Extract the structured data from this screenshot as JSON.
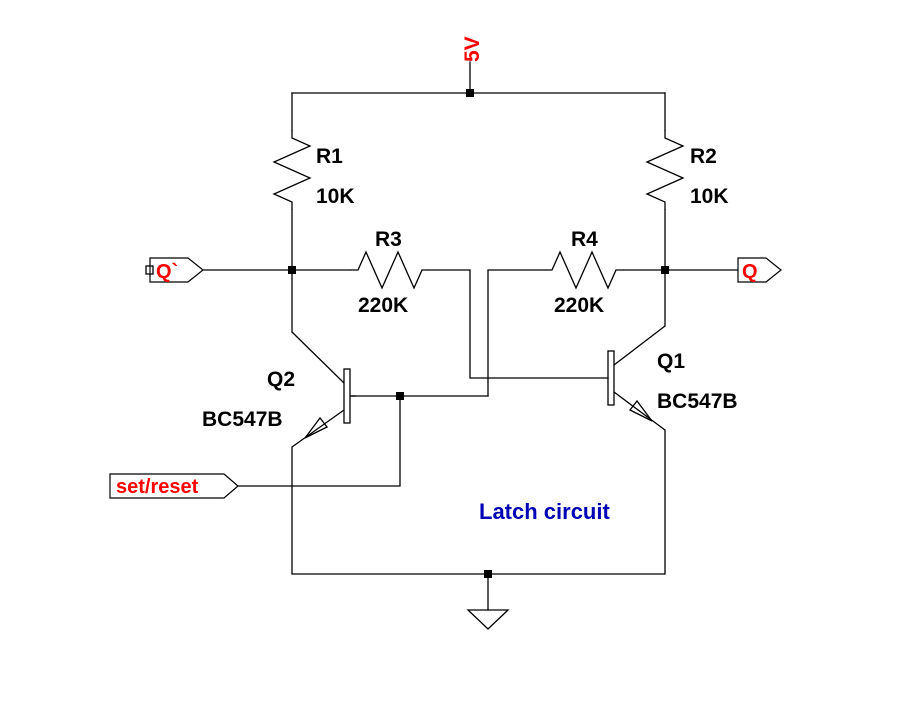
{
  "colors": {
    "net_label": "#ff0000",
    "note": "#0000b4",
    "wire": "#000000",
    "background": "#ffffff"
  },
  "supply": {
    "label": "5V"
  },
  "resistors": {
    "r1": {
      "name": "R1",
      "value": "10K"
    },
    "r2": {
      "name": "R2",
      "value": "10K"
    },
    "r3": {
      "name": "R3",
      "value": "220K"
    },
    "r4": {
      "name": "R4",
      "value": "220K"
    }
  },
  "transistors": {
    "q1": {
      "name": "Q1",
      "model": "BC547B"
    },
    "q2": {
      "name": "Q2",
      "model": "BC547B"
    }
  },
  "nets": {
    "q_bar": "Q`",
    "q": "Q",
    "set_reset": "set/reset"
  },
  "note": {
    "text": "Latch circuit"
  },
  "icons": {
    "ground": "ground-icon",
    "npn": "npn-transistor-icon",
    "resistor": "resistor-icon",
    "port": "port-flag-icon"
  }
}
